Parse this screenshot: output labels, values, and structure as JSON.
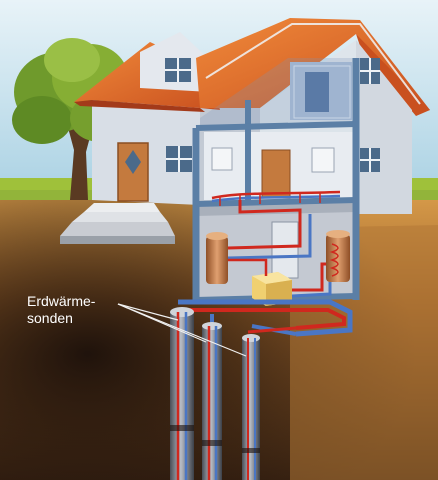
{
  "label": {
    "line1": "Erdwärme-",
    "line2": "sonden"
  },
  "colors": {
    "sky": "#bcdcea",
    "grass": "#9fc13a",
    "soil": "#c98a3e",
    "roof": "#e2682a",
    "wall": "#d8dee6",
    "frame": "#5b7fa6",
    "pipe_supply": "#d0281e",
    "pipe_return": "#4a76c4",
    "tank": "#c9824c",
    "controller": "#f0d070"
  },
  "icons": [
    "tree",
    "house",
    "heat-storage-tank",
    "hot-water-tank",
    "heat-pump-unit",
    "ground-probe"
  ]
}
